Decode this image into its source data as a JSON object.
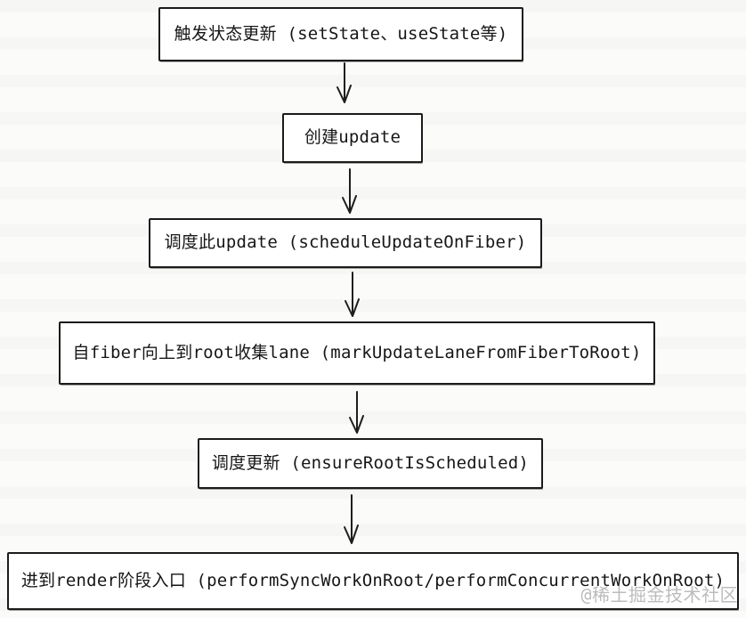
{
  "diagram": {
    "type": "flowchart",
    "direction": "top-down",
    "nodes": [
      {
        "id": "trigger-state-update",
        "label": "触发状态更新 (setState、useState等)"
      },
      {
        "id": "create-update",
        "label": "创建update"
      },
      {
        "id": "schedule-this-update",
        "label": "调度此update (scheduleUpdateOnFiber)"
      },
      {
        "id": "collect-lane-to-root",
        "label": "自fiber向上到root收集lane (markUpdateLaneFromFiberToRoot)"
      },
      {
        "id": "schedule-update",
        "label": "调度更新 (ensureRootIsScheduled)"
      },
      {
        "id": "render-phase-entry",
        "label": "进到render阶段入口 (performSyncWorkOnRoot/performConcurrentWorkOnRoot)"
      }
    ],
    "edges": [
      {
        "from": "trigger-state-update",
        "to": "create-update",
        "style": "arrow-down"
      },
      {
        "from": "create-update",
        "to": "schedule-this-update",
        "style": "arrow-down"
      },
      {
        "from": "schedule-this-update",
        "to": "collect-lane-to-root",
        "style": "arrow-down"
      },
      {
        "from": "collect-lane-to-root",
        "to": "schedule-update",
        "style": "arrow-down"
      },
      {
        "from": "schedule-update",
        "to": "render-phase-entry",
        "style": "arrow-down"
      }
    ]
  },
  "watermark": {
    "text": "@稀土掘金技术社区",
    "color": "#bcbcbc"
  },
  "colors": {
    "background": "#fbfbfa",
    "node_fill": "#ffffff",
    "stroke": "#1b1b1b",
    "text": "#161616"
  }
}
